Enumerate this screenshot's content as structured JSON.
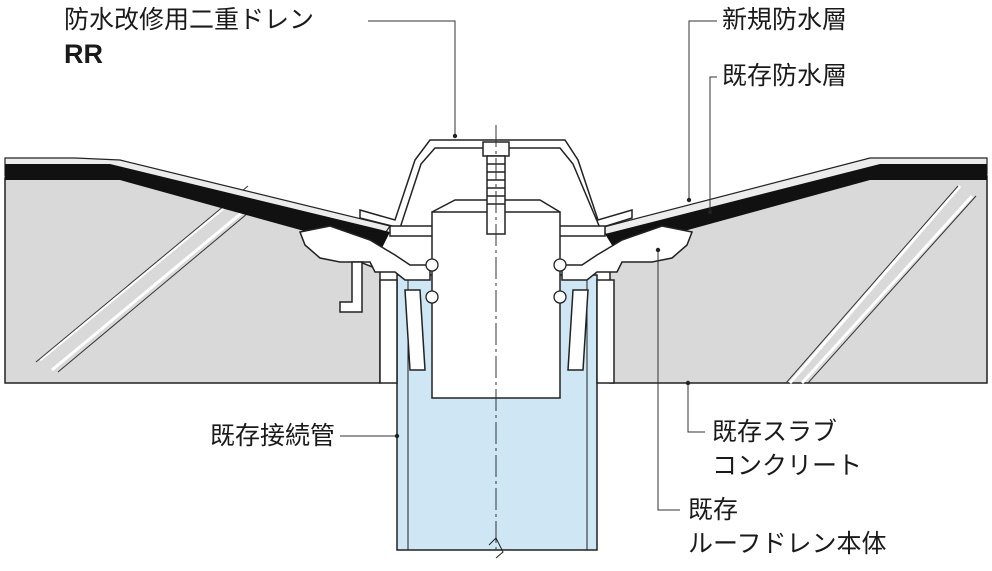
{
  "labels": {
    "product_name": "防水改修用二重ドレン",
    "product_code": "RR",
    "new_waterproof_layer": "新規防水層",
    "existing_waterproof_layer": "既存防水層",
    "existing_connection_pipe": "既存接続管",
    "existing_slab_line1": "既存スラブ",
    "existing_slab_line2": "コンクリート",
    "existing_drain_line1": "既存",
    "existing_drain_line2": "ルーフドレン本体"
  },
  "colors": {
    "slab_fill": "#d9d9d9",
    "pipe_fill": "#cfe7f4",
    "metal_fill": "#ffffff",
    "waterproof_black": "#111111",
    "line": "#222222"
  }
}
